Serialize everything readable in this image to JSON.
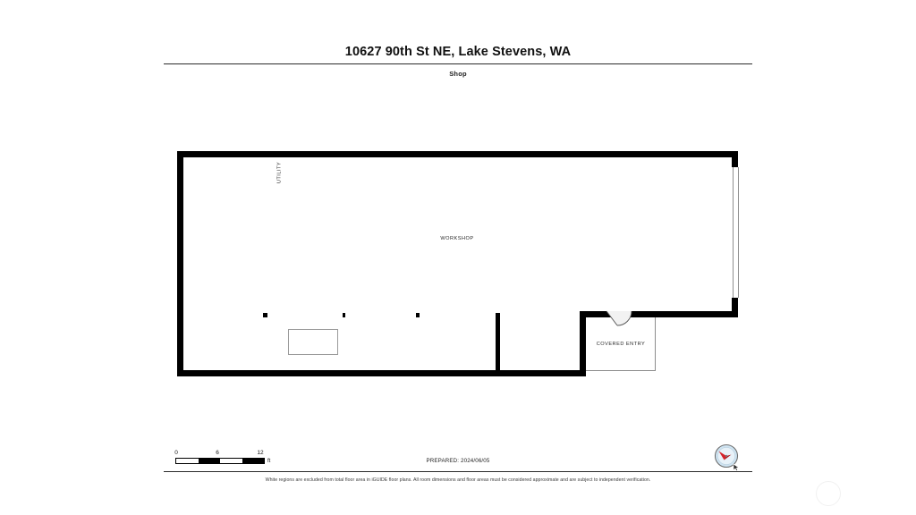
{
  "document": {
    "title": "10627 90th St NE, Lake Stevens, WA",
    "subtitle": "Shop",
    "prepared": "PREPARED: 2024/06/05",
    "disclaimer": "White regions are excluded from total floor area in iGUIDE floor plans. All room dimensions and floor areas must be considered approximate and are subject to independent verification."
  },
  "scale": {
    "ticks": [
      "0",
      "6",
      "12"
    ],
    "unit": "ft"
  },
  "rooms": [
    {
      "id": "utility",
      "label": "UTILITY"
    },
    {
      "id": "workshop",
      "label": "WORKSHOP"
    },
    {
      "id": "covered_entry",
      "label": "COVERED ENTRY"
    }
  ],
  "compass": {
    "name": "north-arrow",
    "dial_color": "#cfe4f2",
    "ring_color": "#5a5a5a",
    "needle_color": "#d6222a",
    "needle_shadow": "#7d7d7d"
  },
  "colors": {
    "wall": "#000000",
    "thin_wall": "#8c8c8c",
    "text": "#1a1a1a",
    "rule": "#2b2b2b",
    "fixture_outline": "#9a9a9a"
  }
}
